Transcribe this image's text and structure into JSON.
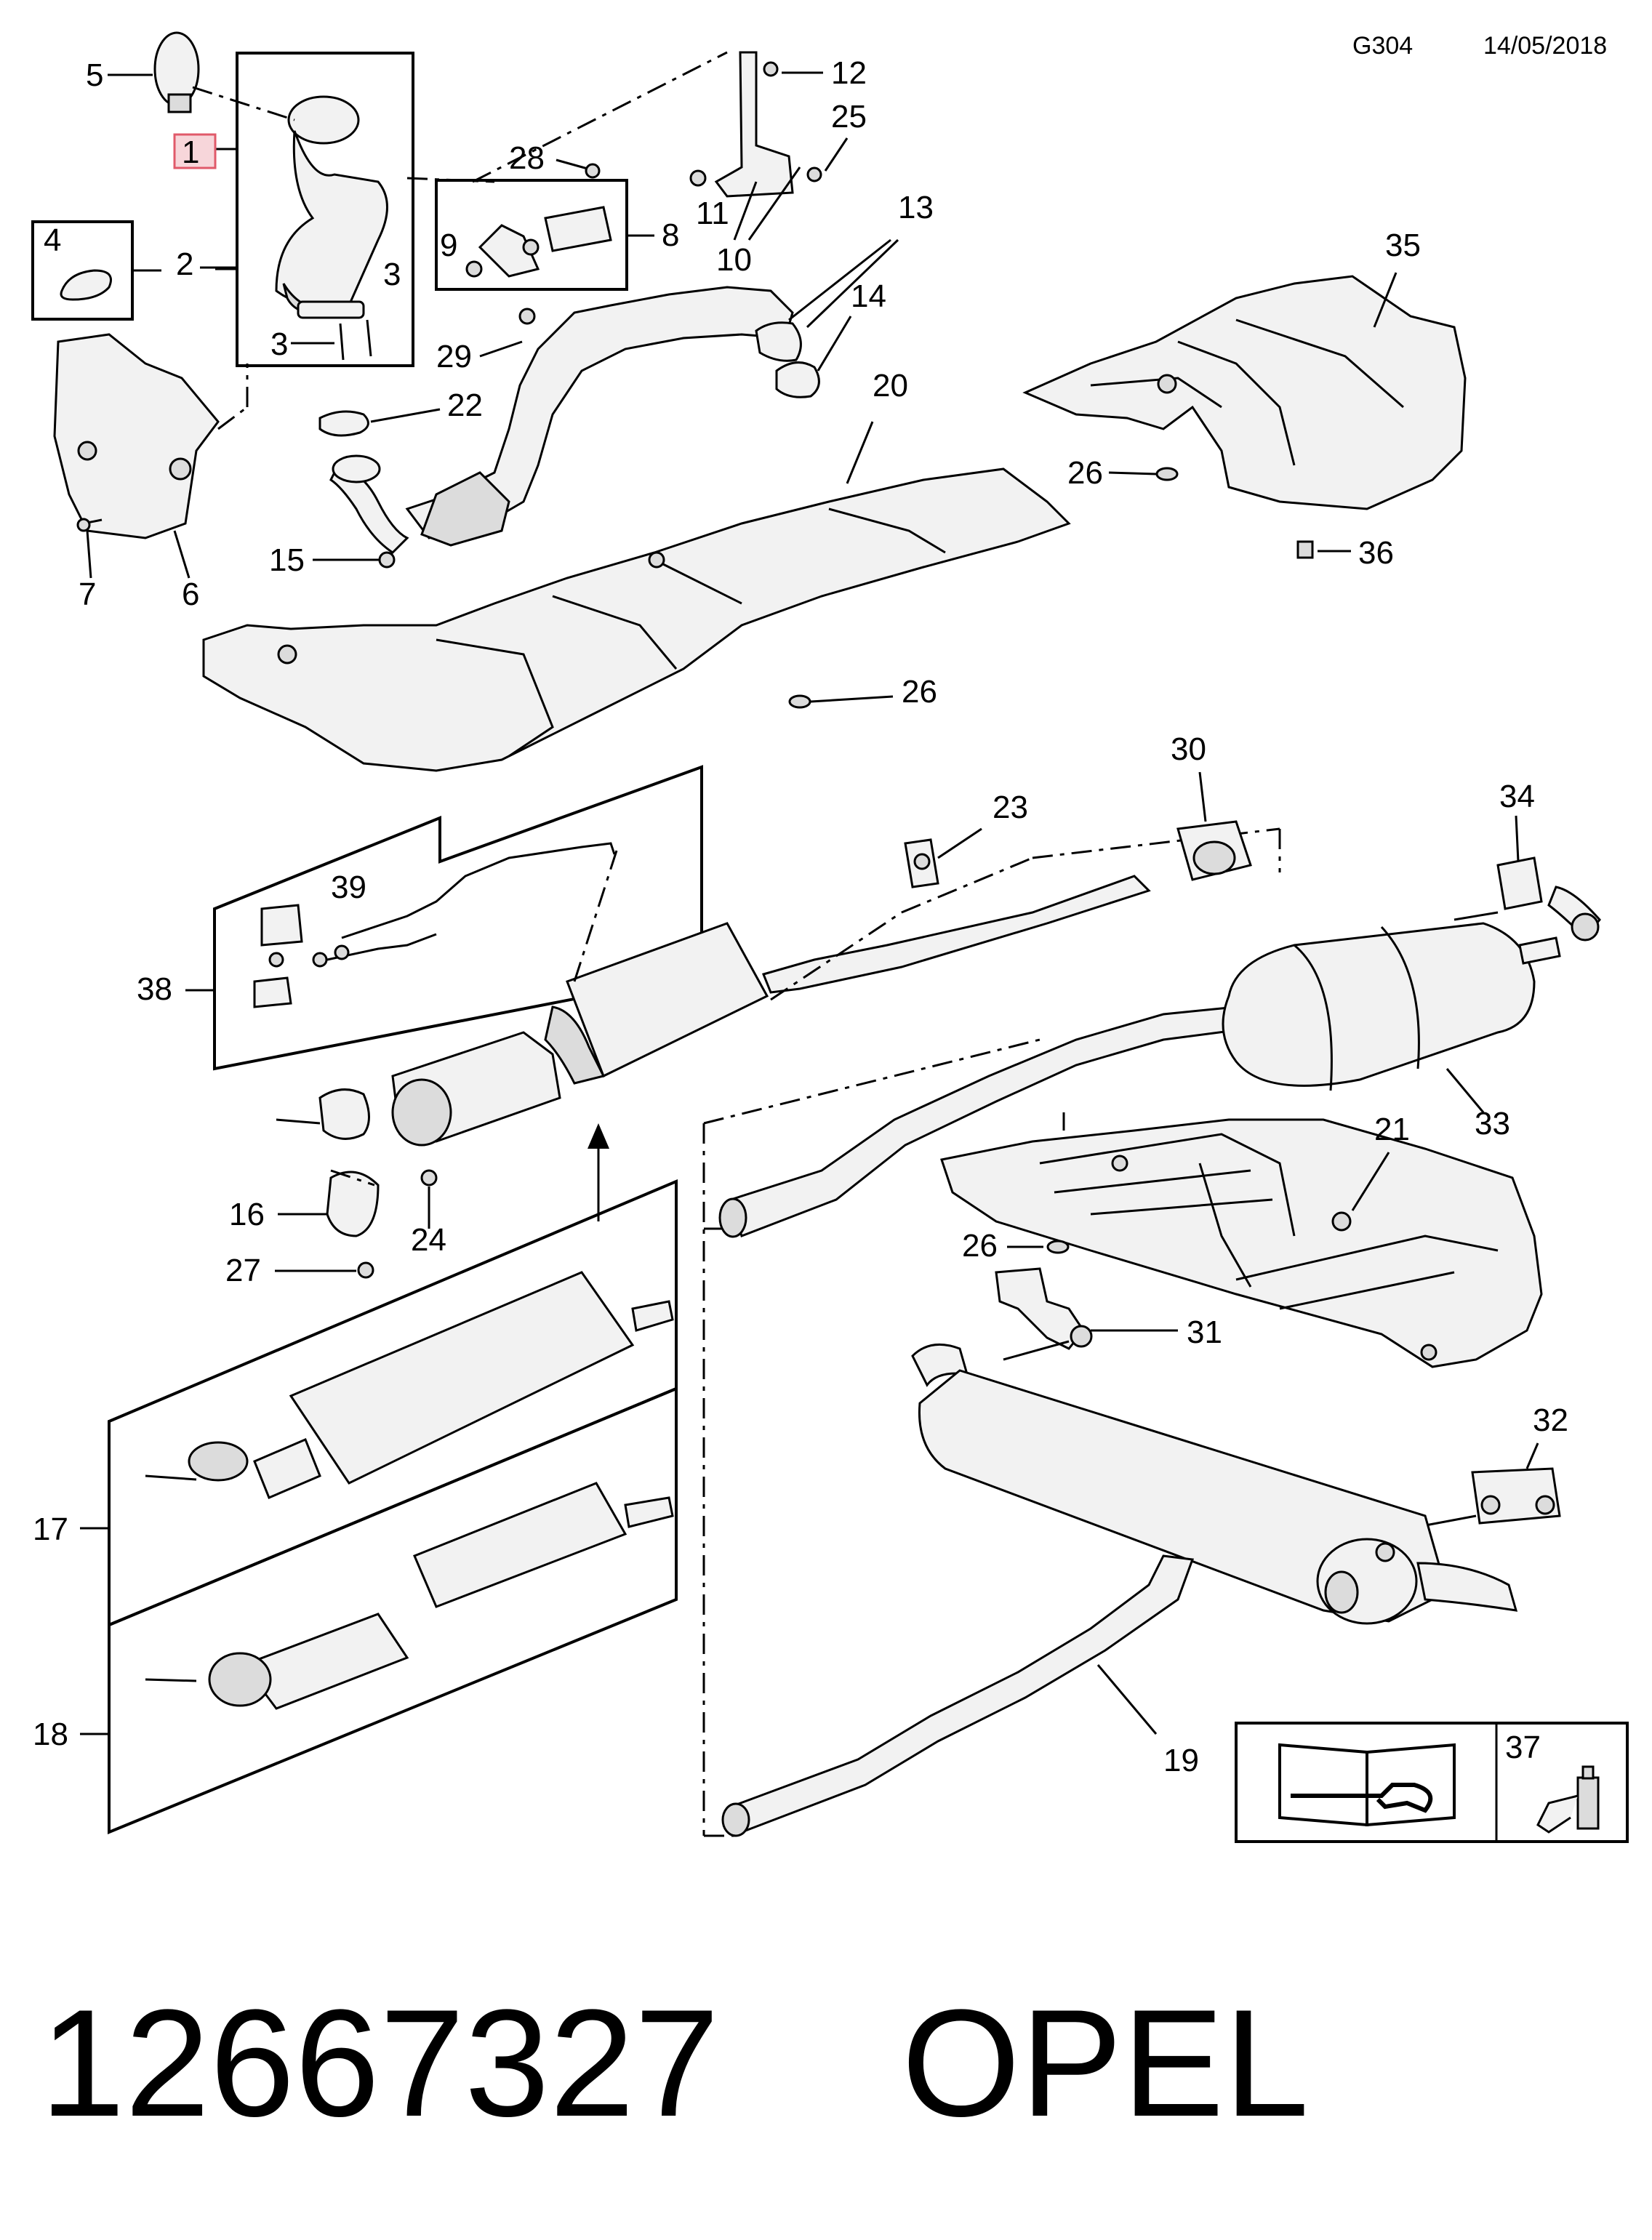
{
  "header": {
    "code": "G304",
    "date": "14/05/2018"
  },
  "footer": {
    "part_number": "12667327",
    "brand": "OPEL"
  },
  "callouts": {
    "c1": "1",
    "c2": "2",
    "c3a": "3",
    "c3b": "3",
    "c4": "4",
    "c5": "5",
    "c6": "6",
    "c7": "7",
    "c8": "8",
    "c9": "9",
    "c10": "10",
    "c11": "11",
    "c12": "12",
    "c13": "13",
    "c14": "14",
    "c15": "15",
    "c16": "16",
    "c17": "17",
    "c18": "18",
    "c19": "19",
    "c20": "20",
    "c21": "21",
    "c22": "22",
    "c23": "23",
    "c24": "24",
    "c25": "25",
    "c26a": "26",
    "c26b": "26",
    "c26c": "26",
    "c27": "27",
    "c28": "28",
    "c29": "29",
    "c30": "30",
    "c31": "31",
    "c32": "32",
    "c33": "33",
    "c34": "34",
    "c35": "35",
    "c36": "36",
    "c37": "37",
    "c38": "38",
    "c39": "39"
  },
  "highlight_color": "#e05a6a"
}
